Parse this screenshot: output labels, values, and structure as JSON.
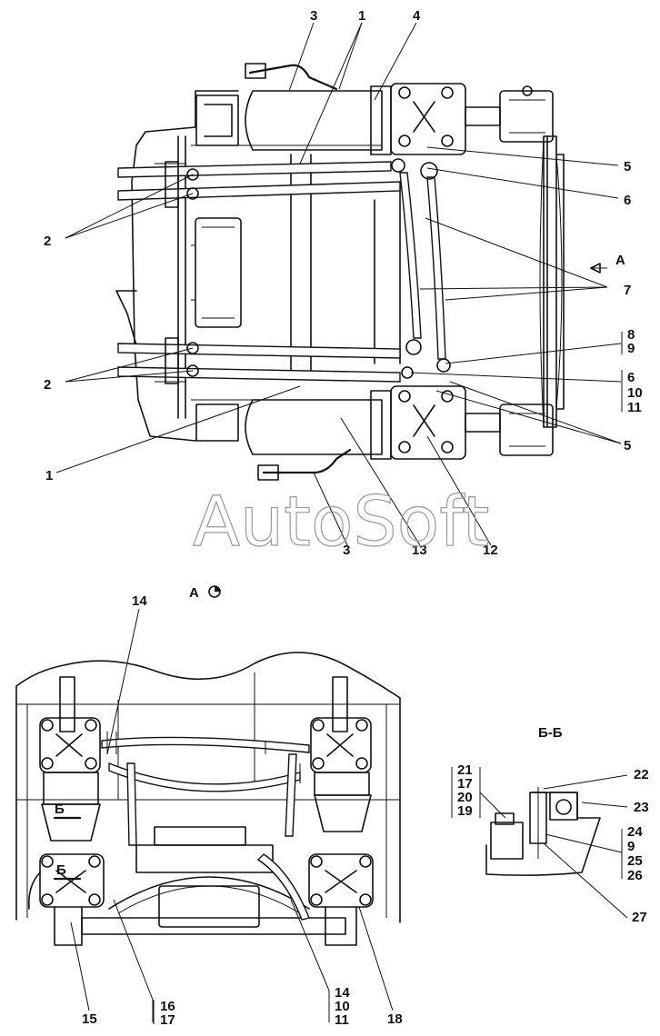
{
  "watermark": "AutoSoft",
  "view_a_caption": "А",
  "section_caption": "Б-Б",
  "section_marks": [
    "Б",
    "Б"
  ],
  "top_labels": {
    "l3a": "3",
    "l1a": "1",
    "l4": "4",
    "l5a": "5",
    "l6a": "6",
    "l2a": "2",
    "lA": "А",
    "l7": "7",
    "l8": "8",
    "l9": "9",
    "l2b": "2",
    "l6b": "6",
    "l10a": "10",
    "l11a": "11",
    "l5b": "5",
    "l1b": "1",
    "l12": "12",
    "l13": "13",
    "l3b": "3"
  },
  "bottom_labels": {
    "l14a": "14",
    "l15": "15",
    "l16": "16",
    "l17a": "17",
    "l14b": "14",
    "l10b": "10",
    "l11b": "11",
    "l18": "18"
  },
  "section_labels": {
    "l21": "21",
    "l17b": "17",
    "l20": "20",
    "l19": "19",
    "l22": "22",
    "l23": "23",
    "l24": "24",
    "l9b": "9",
    "l25": "25",
    "l26": "26",
    "l27": "27"
  }
}
